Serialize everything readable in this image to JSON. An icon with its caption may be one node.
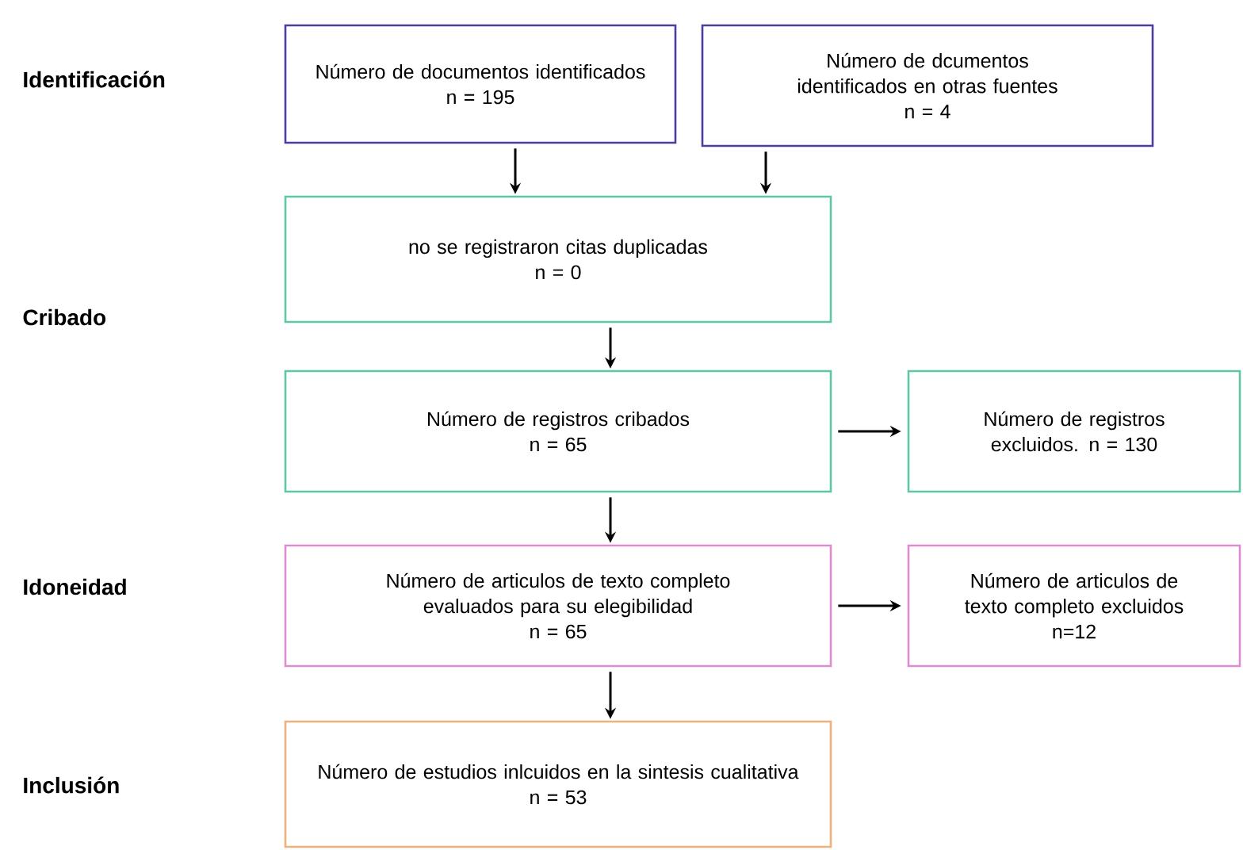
{
  "diagram": {
    "nodes": [
      {
        "text": [
          "Número de documentos identificados",
          "n =  195"
        ]
      },
      {
        "text": [
          "Número de dcumentos identificados en otras fuentes",
          "n =  4"
        ]
      },
      {
        "text": [
          "no se registraron citas duplicadas",
          "n = 0"
        ]
      },
      {
        "text": [
          "Número de registros cribados",
          "n = 65"
        ]
      },
      {
        "text": [
          "Número de registros excluidos.  n = 130"
        ]
      },
      {
        "text": [
          "Número de articulos de texto completo evaluados para su elegibilidad",
          "n =  65"
        ]
      },
      {
        "text": [
          "Número de articulos de texto completo excluidos",
          "n=12"
        ]
      },
      {
        "text": [
          "Número de estudios inlcuidos en la sintesis cualitativa",
          "n = 53"
        ]
      }
    ],
    "edges": [
      {
        "from": 0,
        "to": 2,
        "arrow": "to"
      },
      {
        "from": 1,
        "to": 2,
        "arrow": "to"
      },
      {
        "from": 2,
        "to": 3,
        "arrow": "to"
      },
      {
        "from": 3,
        "to": 4,
        "arrow": "to"
      },
      {
        "from": 3,
        "to": 5,
        "arrow": "to"
      },
      {
        "from": 5,
        "to": 6,
        "arrow": "to"
      },
      {
        "from": 5,
        "to": 7,
        "arrow": "to"
      }
    ],
    "labels": [
      "Identificación",
      "Cribado",
      "Idoneidad",
      "Inclusión"
    ]
  }
}
